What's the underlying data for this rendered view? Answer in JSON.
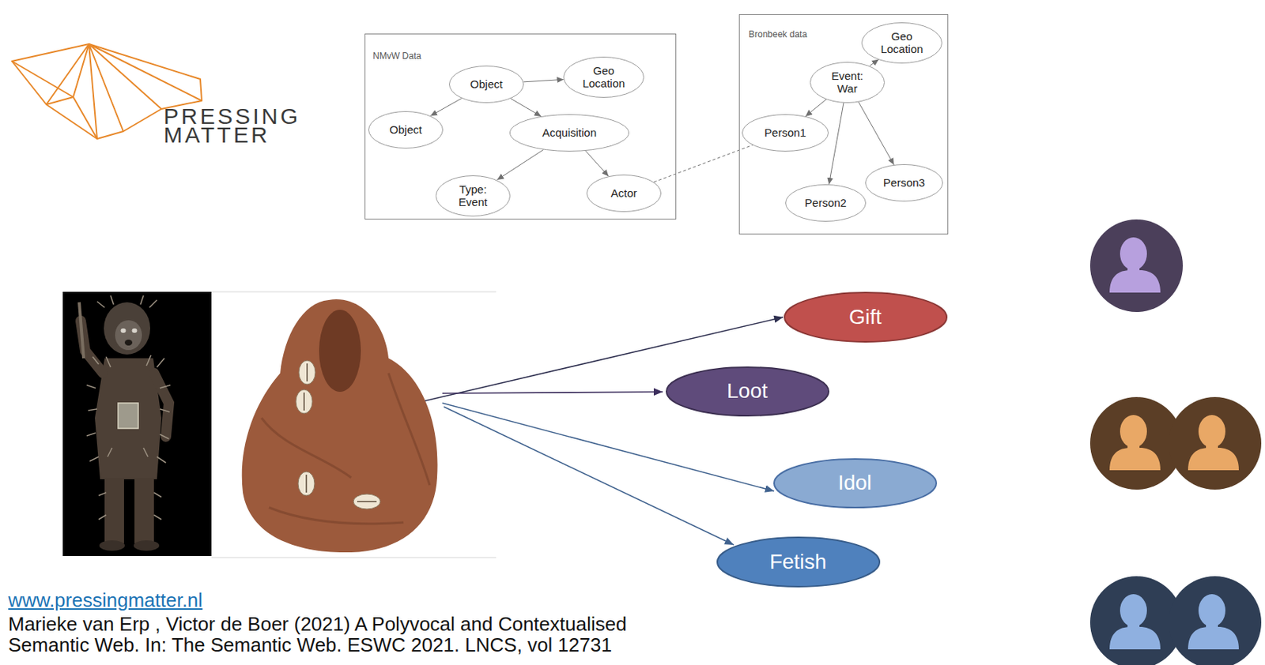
{
  "diagram": {
    "nodes": [
      {
        "text": [
          "NMvW Data"
        ]
      },
      {
        "text": [
          "Object"
        ],
        "in": 0
      },
      {
        "text": [
          "Geo Location"
        ],
        "in": 0
      },
      {
        "text": [
          "Object"
        ],
        "in": 0
      },
      {
        "text": [
          "Acquisition"
        ],
        "in": 0
      },
      {
        "text": [
          "Type: Event"
        ],
        "in": 0
      },
      {
        "text": [
          "Actor"
        ],
        "in": 0
      },
      {
        "text": [
          "Bronbeek data"
        ]
      },
      {
        "text": [
          "Geo Location"
        ],
        "in": 7
      },
      {
        "text": [
          "Event: War"
        ],
        "in": 7
      },
      {
        "text": [
          "Person1"
        ],
        "in": 7
      },
      {
        "text": [
          "Person3"
        ],
        "in": 7
      },
      {
        "text": [
          "Person2"
        ],
        "in": 7
      },
      {
        "text": [
          "Gift"
        ]
      },
      {
        "text": [
          "Loot"
        ]
      },
      {
        "text": [
          "Idol"
        ]
      },
      {
        "text": [
          "Fetish"
        ]
      }
    ],
    "edges": [
      {
        "from": 1,
        "to": 2,
        "arrow": "to"
      },
      {
        "from": 1,
        "to": 3,
        "arrow": "to"
      },
      {
        "from": 1,
        "to": 4,
        "arrow": "to"
      },
      {
        "from": 4,
        "to": 5,
        "arrow": "to"
      },
      {
        "from": 4,
        "to": 6,
        "arrow": "to"
      },
      {
        "from": 6,
        "to": 10,
        "arrow": "none"
      },
      {
        "from": 9,
        "to": 8,
        "arrow": "to"
      },
      {
        "from": 9,
        "to": 10,
        "arrow": "to"
      },
      {
        "from": 9,
        "to": 11,
        "arrow": "to"
      },
      {
        "from": 9,
        "to": 12,
        "arrow": "to"
      }
    ],
    "labels": [
      "PRESSING MATTER",
      "www.pressingmatter.nl",
      "Marieke van Erp , Victor de Boer (2021) A Polyvocal and Contextualised Semantic Web. In: The Semantic Web. ESWC 2021. LNCS, vol 12731"
    ]
  }
}
